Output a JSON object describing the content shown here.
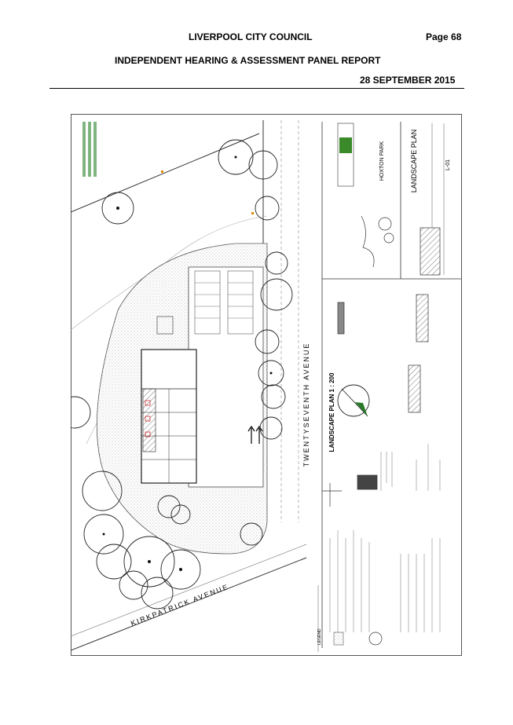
{
  "header": {
    "council": "LIVERPOOL CITY COUNCIL",
    "page": "Page 68",
    "panel": "INDEPENDENT HEARING & ASSESSMENT PANEL REPORT",
    "date": "28 SEPTEMBER 2015"
  },
  "drawing": {
    "title": "LANDSCAPE PLAN 1 : 200",
    "street_east": "TWENTYSEVENTH AVENUE",
    "street_south": "KIRKPATRICK AVENUE",
    "title_block": {
      "location": "HOXTON PARK",
      "sheet_title": "LANDSCAPE PLAN",
      "sheet_number": "L-01"
    },
    "legend_heading": "LEGEND"
  }
}
